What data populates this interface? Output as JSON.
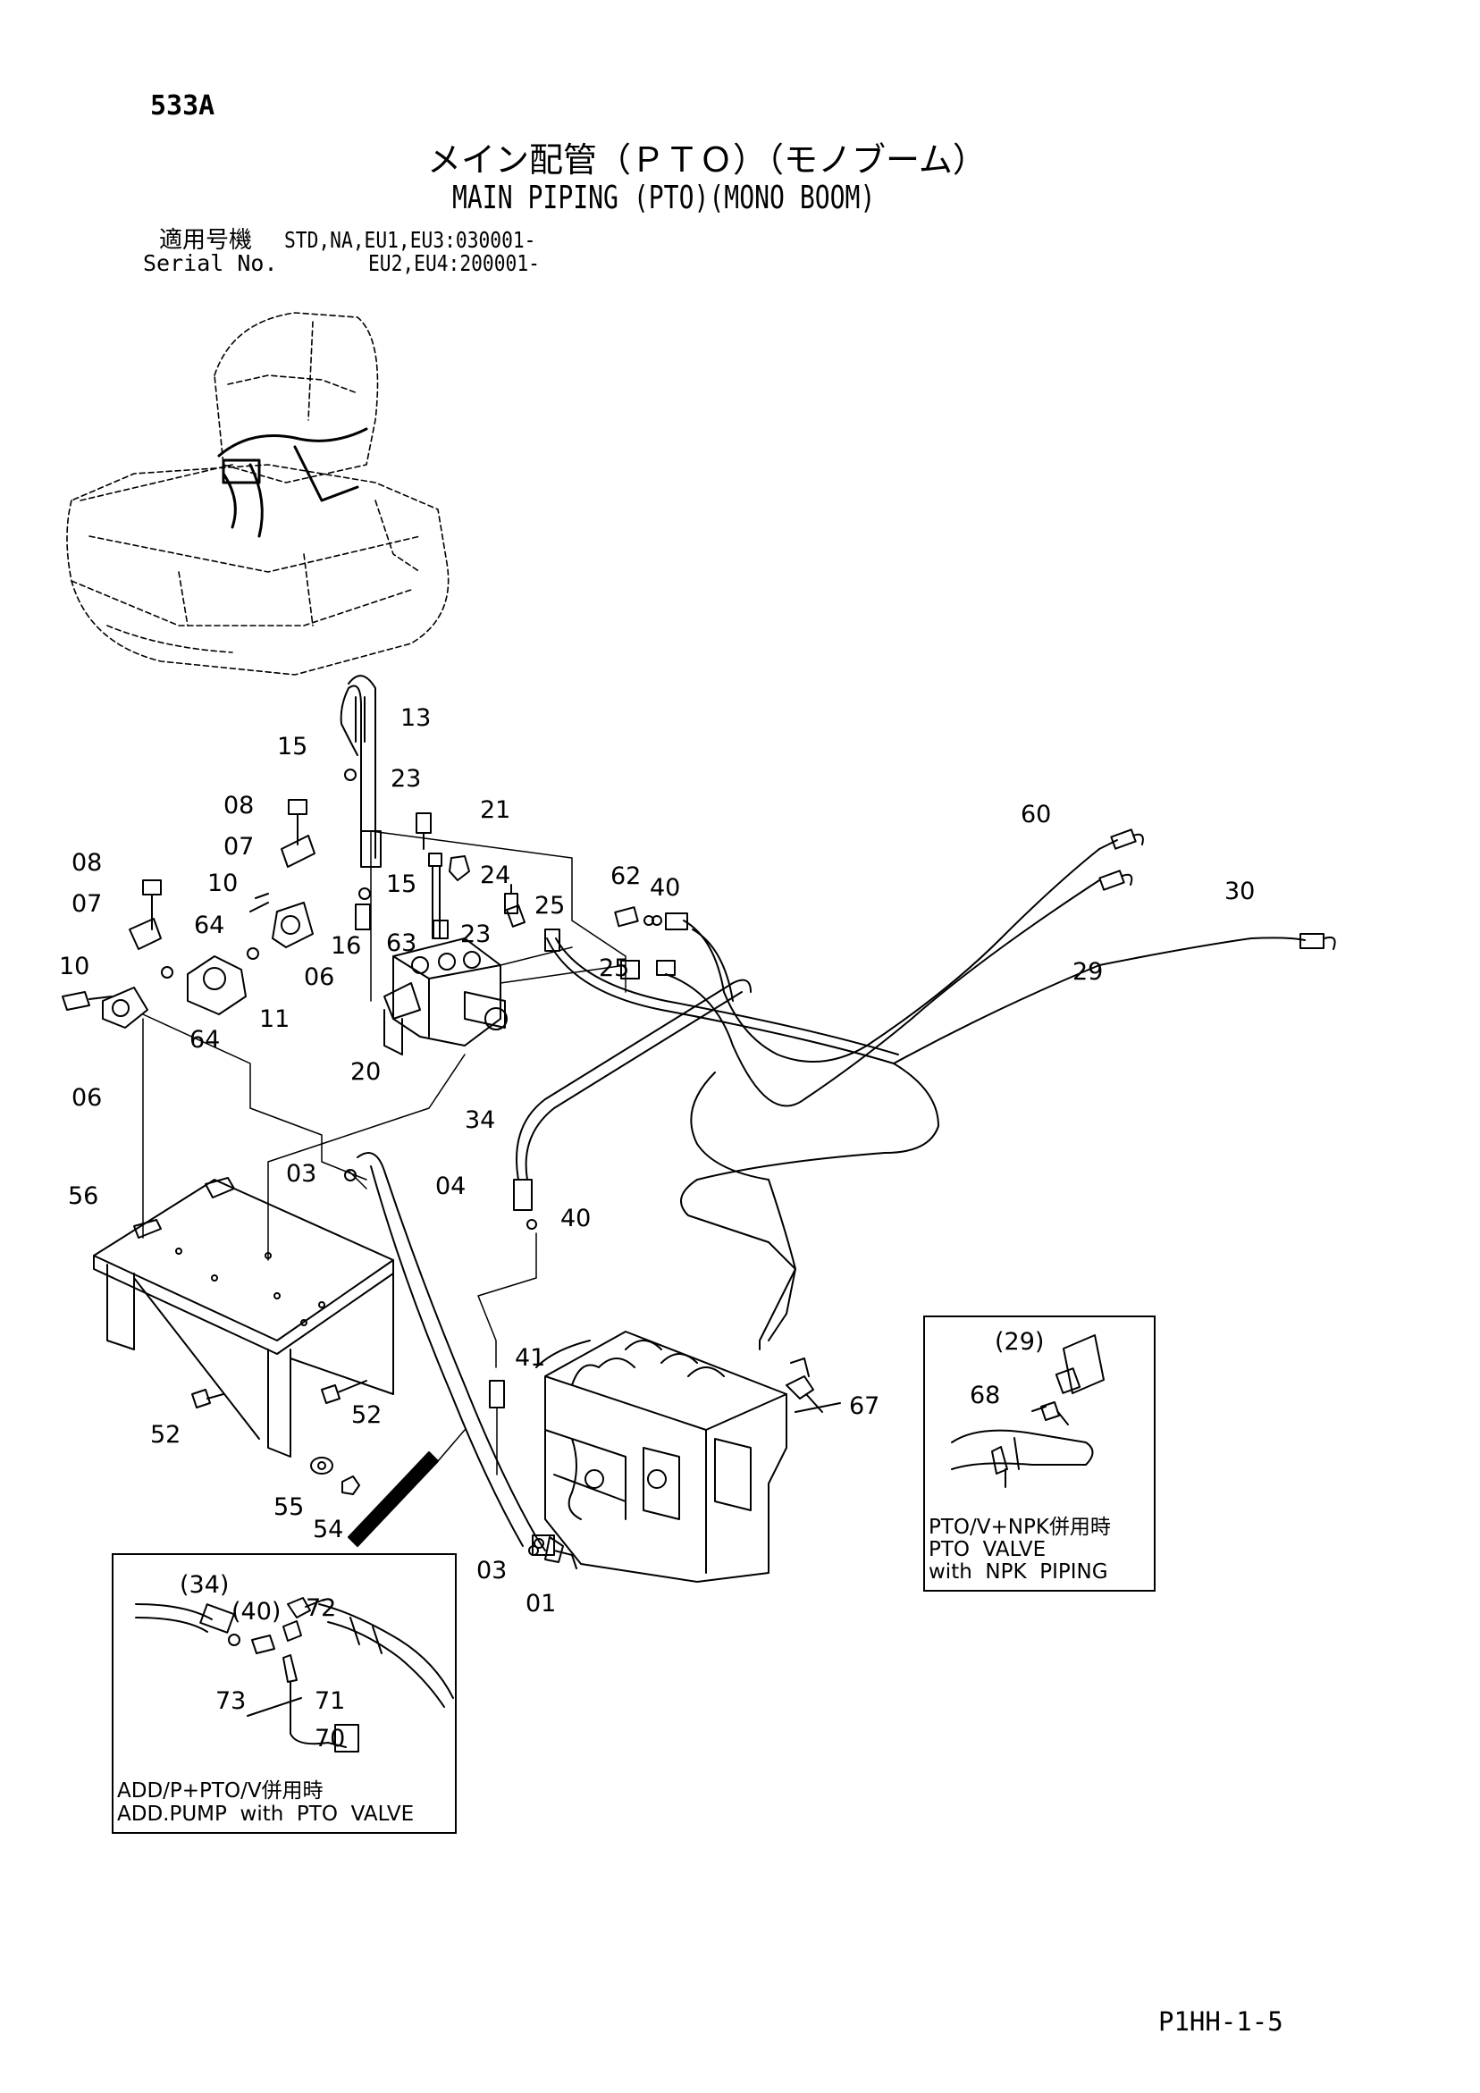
{
  "header": {
    "page_code": "533A",
    "title_jp": "メイン配管（ＰＴＯ）（モノブーム）",
    "title_en": "MAIN PIPING (PTO)(MONO BOOM)",
    "serial_label_jp": "適用号機",
    "serial_label_en": "Serial No.",
    "serial_line1": "STD,NA,EU1,EU3:030001-",
    "serial_line2": "EU2,EU4:200001-"
  },
  "callouts": {
    "c13": "13",
    "c15a": "15",
    "c23a": "23",
    "c21": "21",
    "c08a": "08",
    "c07a": "07",
    "c08b": "08",
    "c10a": "10",
    "c15b": "15",
    "c24": "24",
    "c62": "62",
    "c40a": "40",
    "c07b": "07",
    "c64a": "64",
    "c16": "16",
    "c63": "63",
    "c23b": "23",
    "c25a": "25",
    "c06a": "06",
    "c10b": "10",
    "c11": "11",
    "c25b": "25",
    "c64b": "64",
    "c06b": "06",
    "c20": "20",
    "c60": "60",
    "c29": "29",
    "c30": "30",
    "c34": "34",
    "c03a": "03",
    "c04": "04",
    "c56": "56",
    "c40b": "40",
    "c41": "41",
    "c67": "67",
    "c52a": "52",
    "c52b": "52",
    "c55": "55",
    "c54": "54",
    "c03b": "03",
    "c01": "01"
  },
  "inset_right": {
    "labels": {
      "l29": "(29)",
      "l68": "68"
    },
    "caption_jp": "PTO/V+NPK併用時",
    "caption_en1": "PTO  VALVE",
    "caption_en2": "with  NPK  PIPING"
  },
  "inset_left": {
    "labels": {
      "l34": "(34)",
      "l40": "(40)",
      "l72": "72",
      "l73": "73",
      "l71": "71",
      "l70": "70"
    },
    "caption_jp": "ADD/P+PTO/V併用時",
    "caption_en": "ADD.PUMP  with  PTO  VALVE"
  },
  "footer": {
    "page_ref": "P1HH-1-5"
  }
}
